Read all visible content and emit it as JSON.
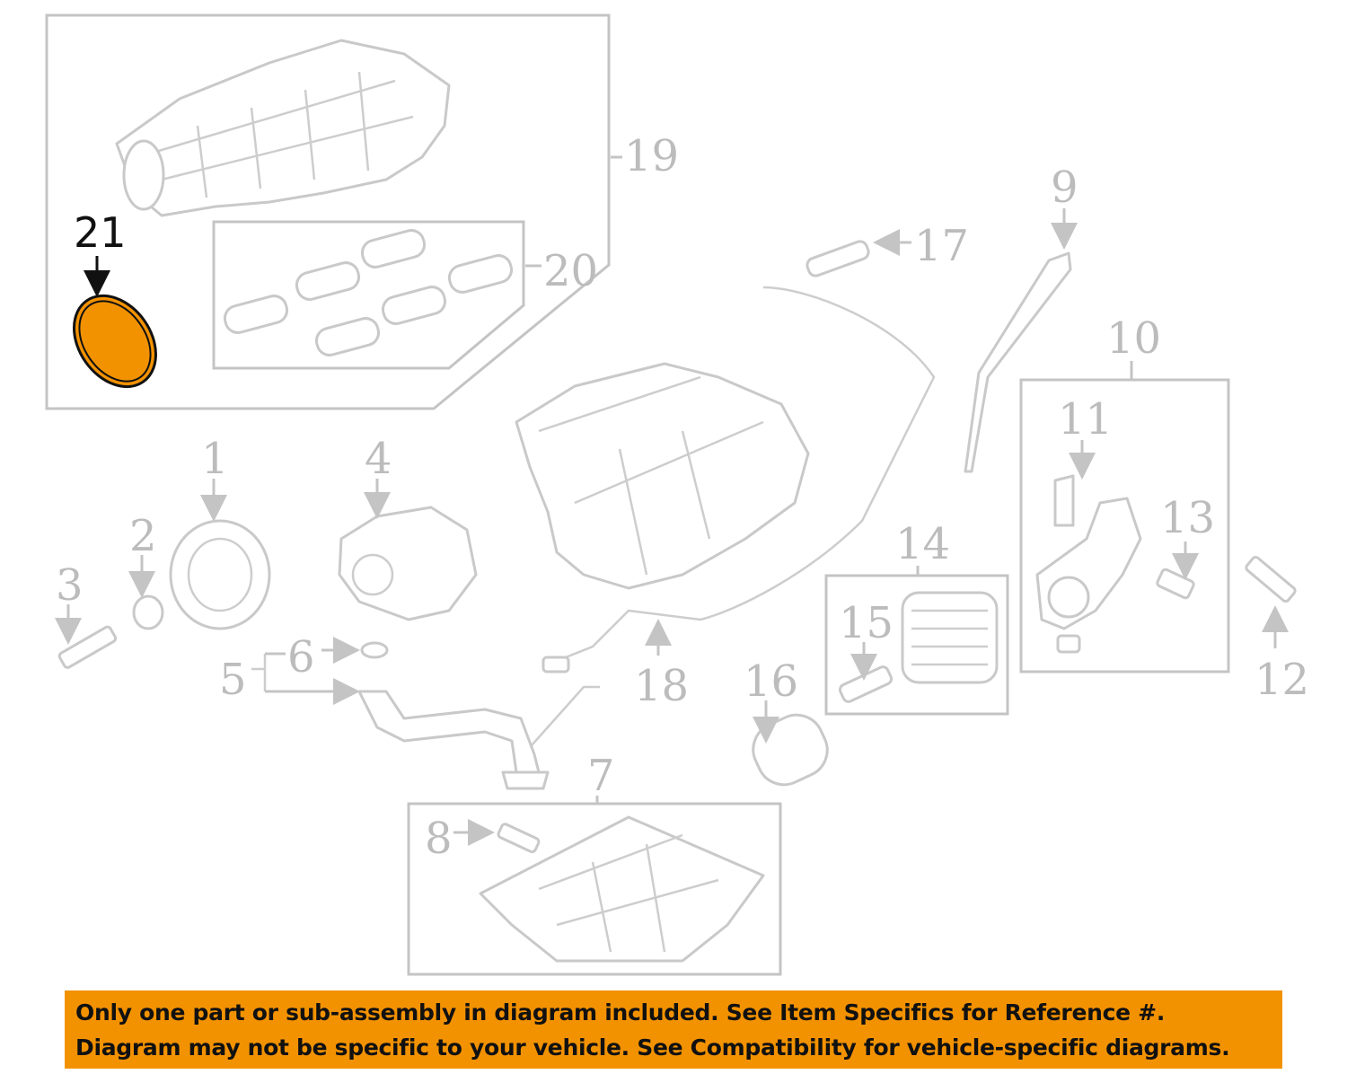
{
  "diagram": {
    "highlight_color": "#f39200",
    "callout_labels": {
      "p1": "1",
      "p2": "2",
      "p3": "3",
      "p4": "4",
      "p5": "5",
      "p6": "6",
      "p7": "7",
      "p8": "8",
      "p9": "9",
      "p10": "10",
      "p11": "11",
      "p12": "12",
      "p13": "13",
      "p14": "14",
      "p15": "15",
      "p16": "16",
      "p17": "17",
      "p18": "18",
      "p19": "19",
      "p20": "20",
      "p21": "21"
    },
    "highlighted_part": "21"
  },
  "banner": {
    "line1": "Only one part or sub-assembly in diagram included. See Item Specifics for Reference #.",
    "line2": "Diagram may not be specific to your vehicle. See Compatibility for vehicle-specific diagrams."
  }
}
